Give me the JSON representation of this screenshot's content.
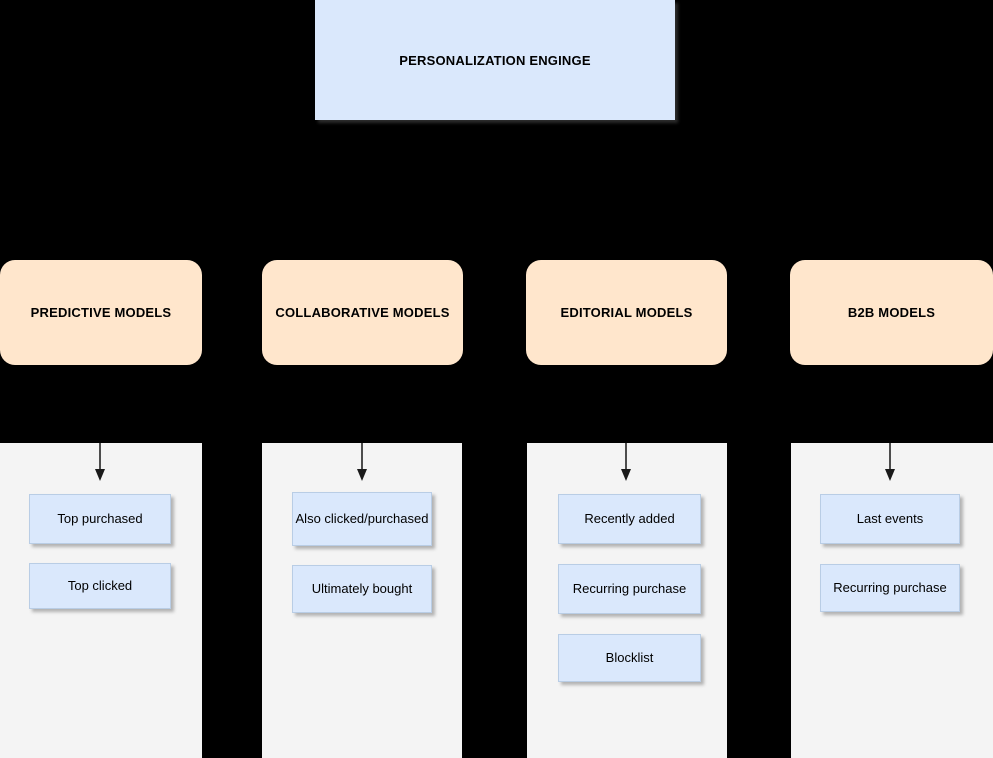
{
  "diagram": {
    "title_box": {
      "label": "PERSONALIZATION ENGINGE",
      "fill": "#dae8fc"
    },
    "model_fill": "#ffe6cc",
    "panel_fill": "#f4f4f4",
    "item_fill": "#dae8fc",
    "background": "#000000",
    "columns": [
      {
        "model_label": "PREDICTIVE MODELS",
        "items": [
          {
            "label": "Top purchased"
          },
          {
            "label": "Top clicked"
          }
        ]
      },
      {
        "model_label": "COLLABORATIVE MODELS",
        "items": [
          {
            "label": "Also clicked/purchased"
          },
          {
            "label": "Ultimately bought"
          }
        ]
      },
      {
        "model_label": "EDITORIAL MODELS",
        "items": [
          {
            "label": "Recently added"
          },
          {
            "label": "Recurring purchase"
          },
          {
            "label": "Blocklist"
          }
        ]
      },
      {
        "model_label": "B2B MODELS",
        "items": [
          {
            "label": "Last events"
          },
          {
            "label": "Recurring purchase"
          }
        ]
      }
    ]
  }
}
